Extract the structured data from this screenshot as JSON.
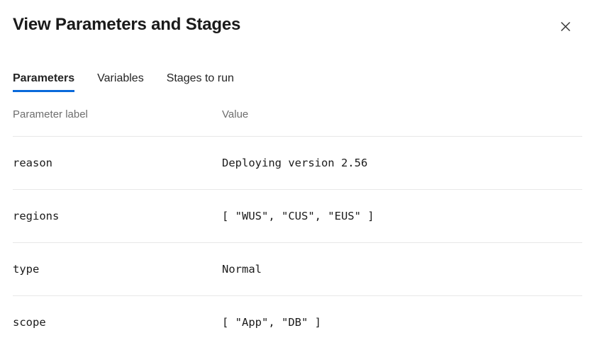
{
  "dialog": {
    "title": "View Parameters and Stages"
  },
  "tabs": [
    {
      "label": "Parameters",
      "active": true
    },
    {
      "label": "Variables",
      "active": false
    },
    {
      "label": "Stages to run",
      "active": false
    }
  ],
  "table": {
    "columns": [
      "Parameter label",
      "Value"
    ],
    "rows": [
      {
        "label": "reason",
        "value": "Deploying version 2.56"
      },
      {
        "label": "regions",
        "value": "[ \"WUS\", \"CUS\", \"EUS\" ]"
      },
      {
        "label": "type",
        "value": "Normal"
      },
      {
        "label": "scope",
        "value": "[ \"App\", \"DB\" ]"
      }
    ]
  },
  "colors": {
    "accent": "#0969da",
    "divider": "#e8e8e8",
    "muted_text": "#6e6e6e",
    "text": "#1b1b1b"
  }
}
